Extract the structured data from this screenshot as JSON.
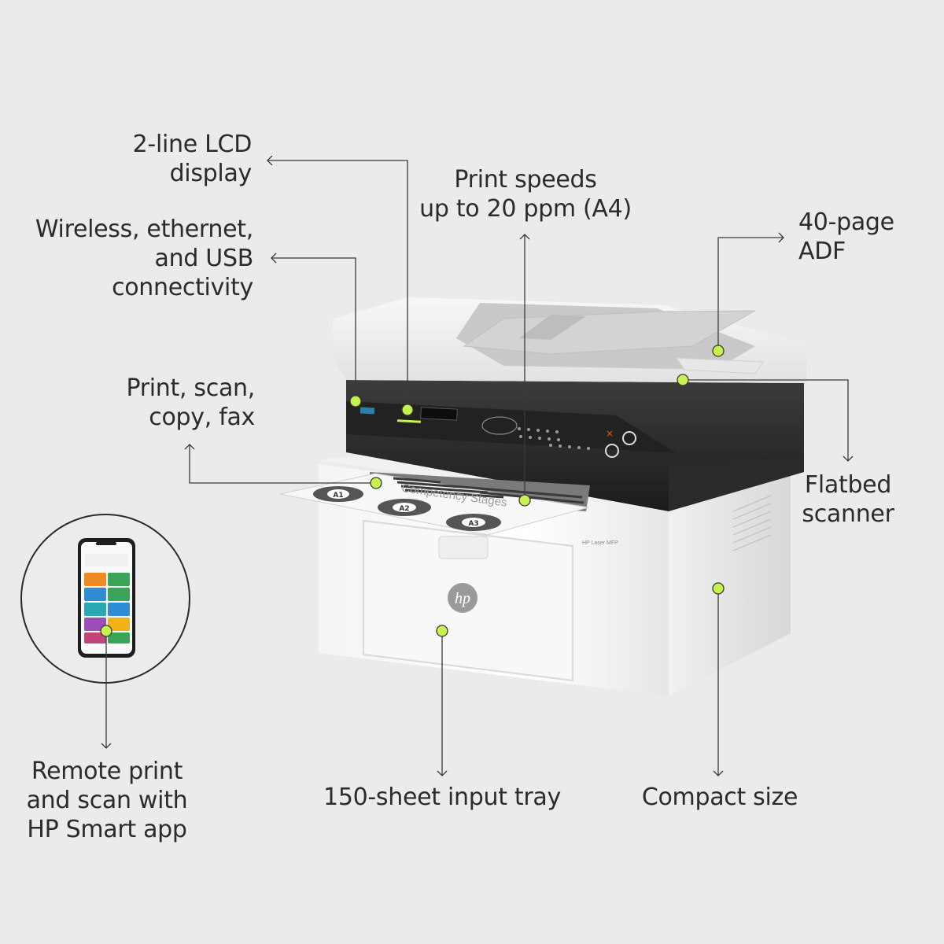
{
  "callouts": {
    "lcd": [
      "2-line LCD",
      "display"
    ],
    "connectivity": [
      "Wireless, ethernet,",
      "and USB",
      "connectivity"
    ],
    "functions": [
      "Print, scan,",
      "copy, fax"
    ],
    "speed": [
      "Print speeds",
      "up to 20 ppm (A4)"
    ],
    "adf": [
      "40-page",
      "ADF"
    ],
    "flatbed": [
      "Flatbed",
      "scanner"
    ],
    "app": [
      "Remote print",
      "and scan with",
      "HP Smart app"
    ],
    "tray": [
      "150-sheet input tray"
    ],
    "size": [
      "Compact size"
    ]
  },
  "printer": {
    "brand_logo": "hp",
    "model_label": "HP Laser MFP",
    "paper_heading": "Competency Stages",
    "paper_badges": [
      "A1",
      "A2",
      "A3"
    ]
  },
  "colors": {
    "marker": "#c6f24e",
    "line": "#3a3a3a",
    "text": "#2b2b2b"
  }
}
